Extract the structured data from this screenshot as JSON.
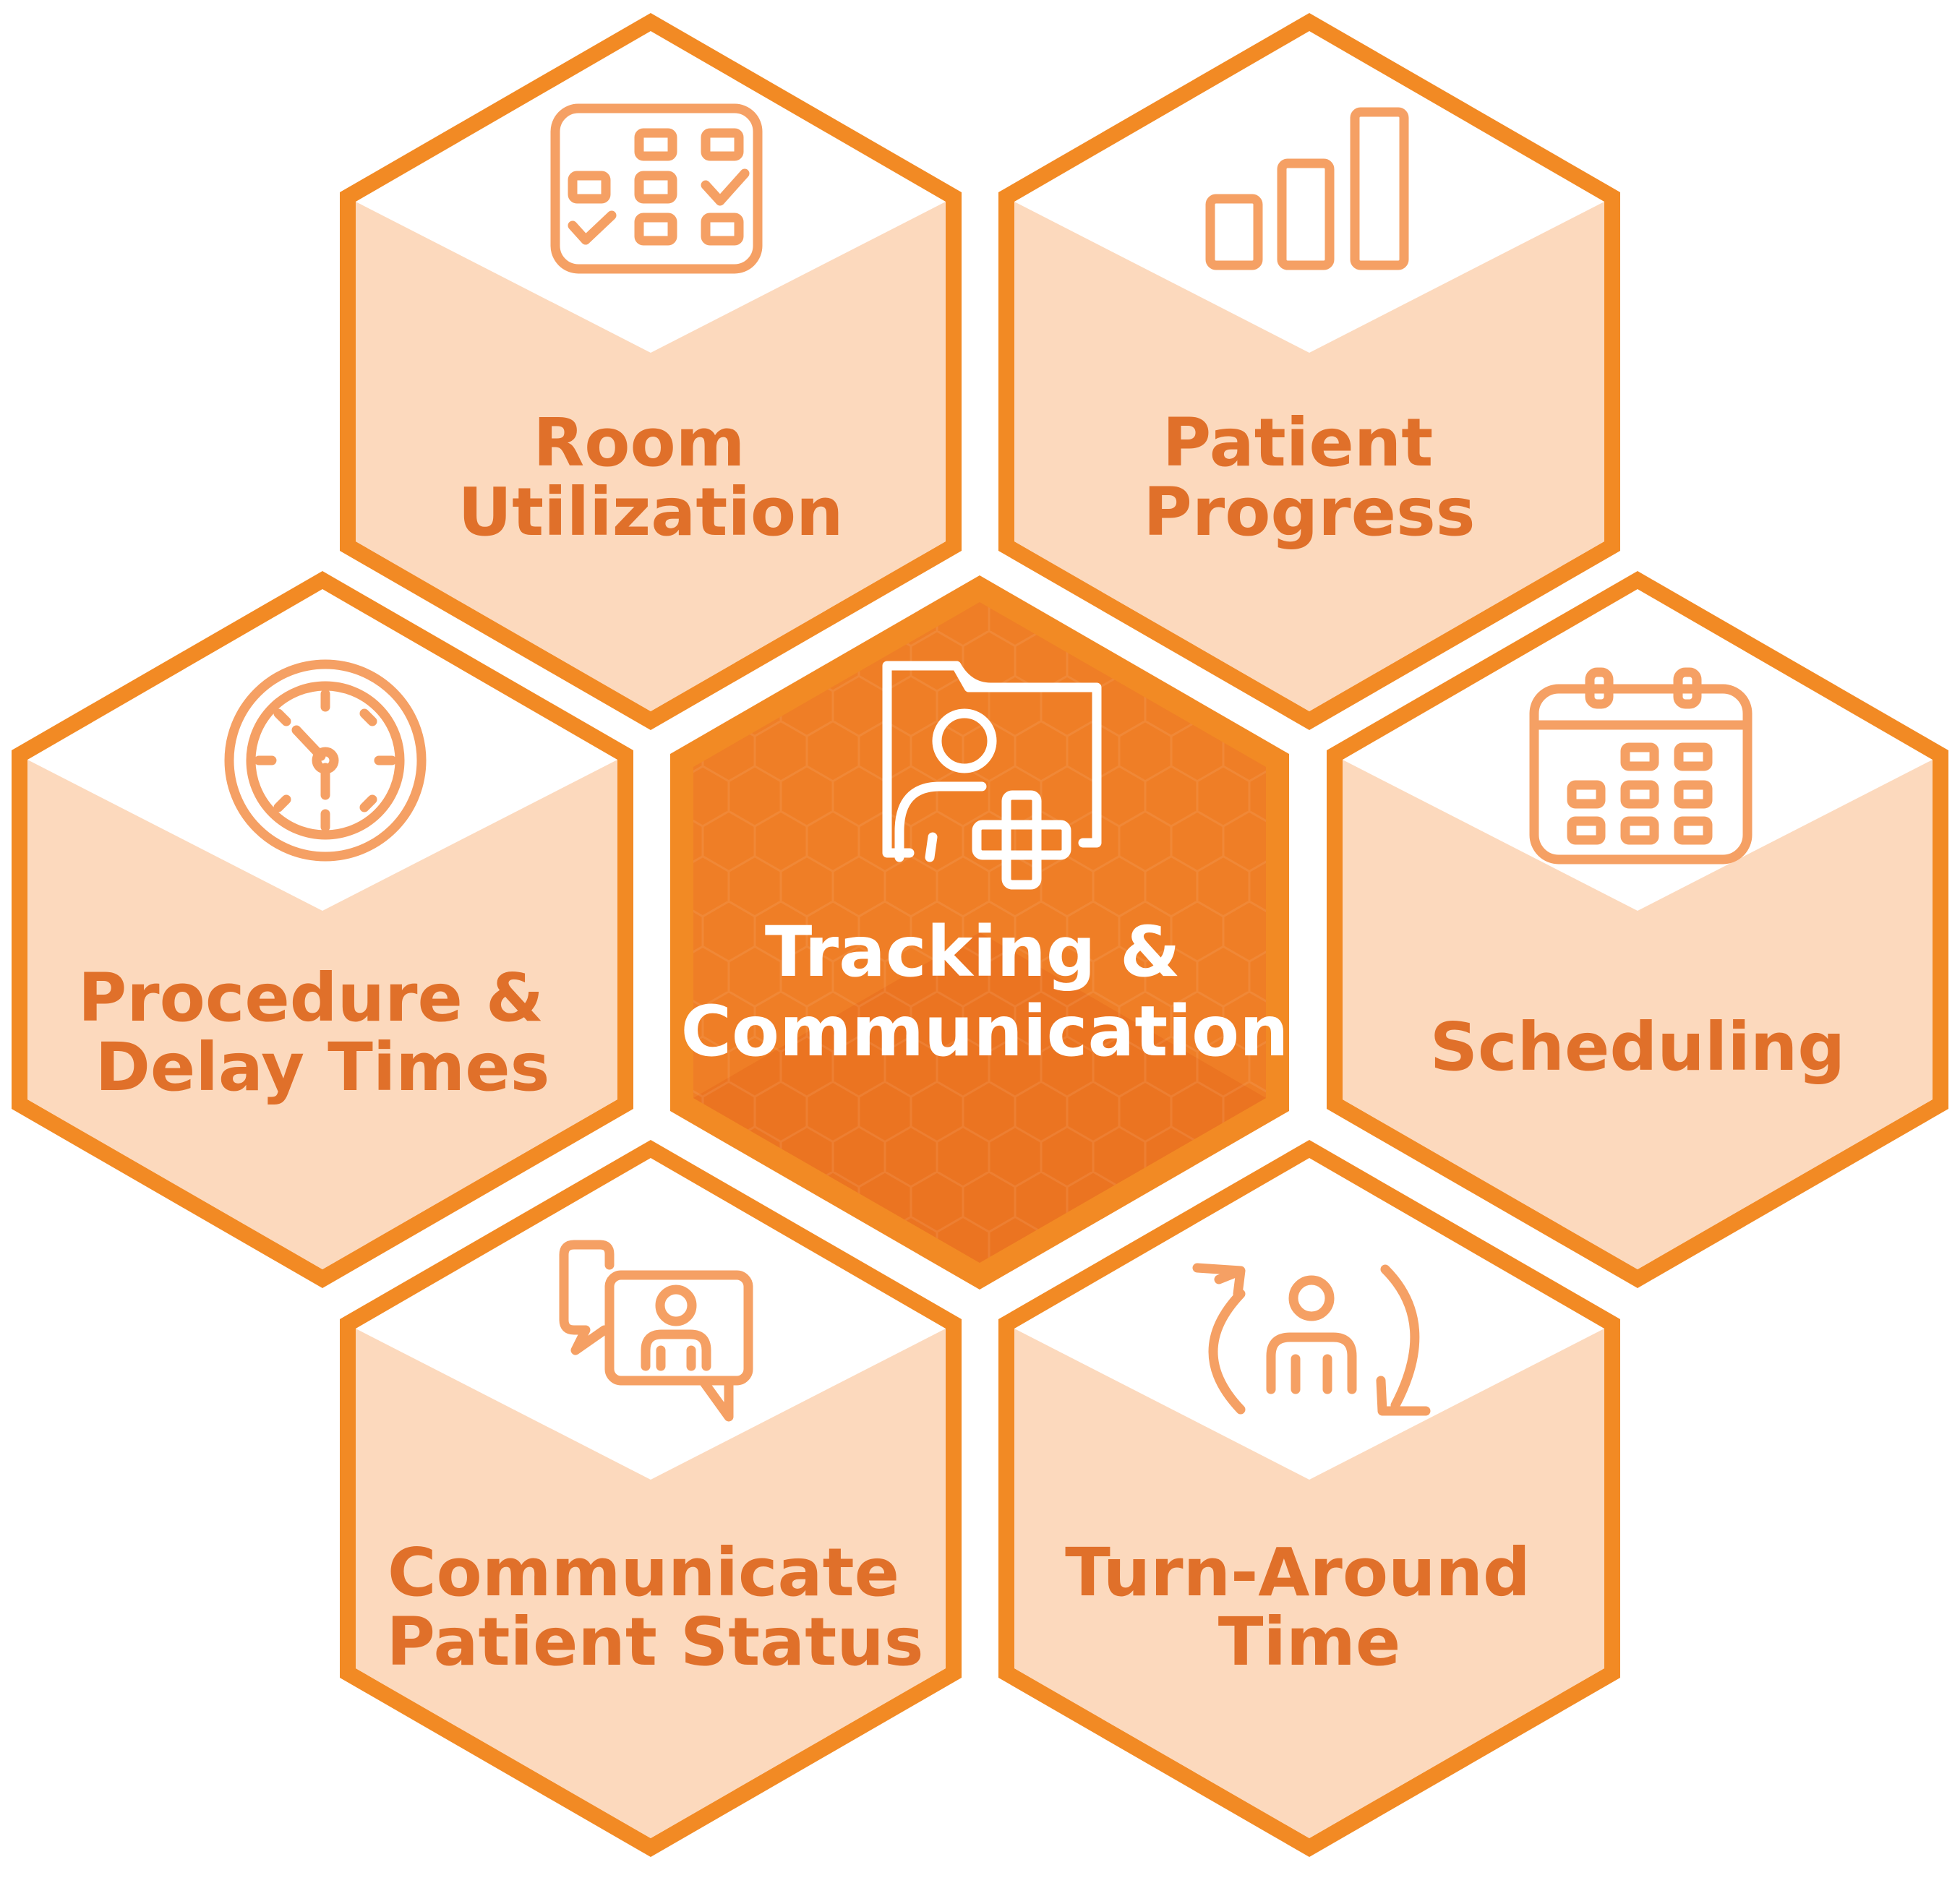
{
  "colors": {
    "accent": "#F28A24",
    "accent_dark": "#E86F1E",
    "cell_fill": "#FCD9BD",
    "label_text": "#E0702A",
    "icon_stroke": "#F5A064",
    "center_text": "#FFFFFF",
    "background": "#FFFFFF"
  },
  "center": {
    "icon": "patient-folder-plus-icon",
    "label_line1": "Tracking &",
    "label_line2": "Communication"
  },
  "cells": [
    {
      "id": "room-utilization",
      "icon": "room-grid-checklist-icon",
      "line1": "Room",
      "line2": "Utilization"
    },
    {
      "id": "patient-progress",
      "icon": "bar-chart-icon",
      "line1": "Patient",
      "line2": "Progress"
    },
    {
      "id": "procedure-delay-times",
      "icon": "clock-icon",
      "line1": "Procedure &",
      "line2": "Delay Times"
    },
    {
      "id": "scheduling",
      "icon": "calendar-icon",
      "line1": "Scheduling",
      "line2": ""
    },
    {
      "id": "communicate-patient-status",
      "icon": "chat-person-icon",
      "line1": "Communicate",
      "line2": "Patient Status"
    },
    {
      "id": "turn-around-time",
      "icon": "person-cycle-icon",
      "line1": "Turn-Around",
      "line2": "Time"
    }
  ]
}
